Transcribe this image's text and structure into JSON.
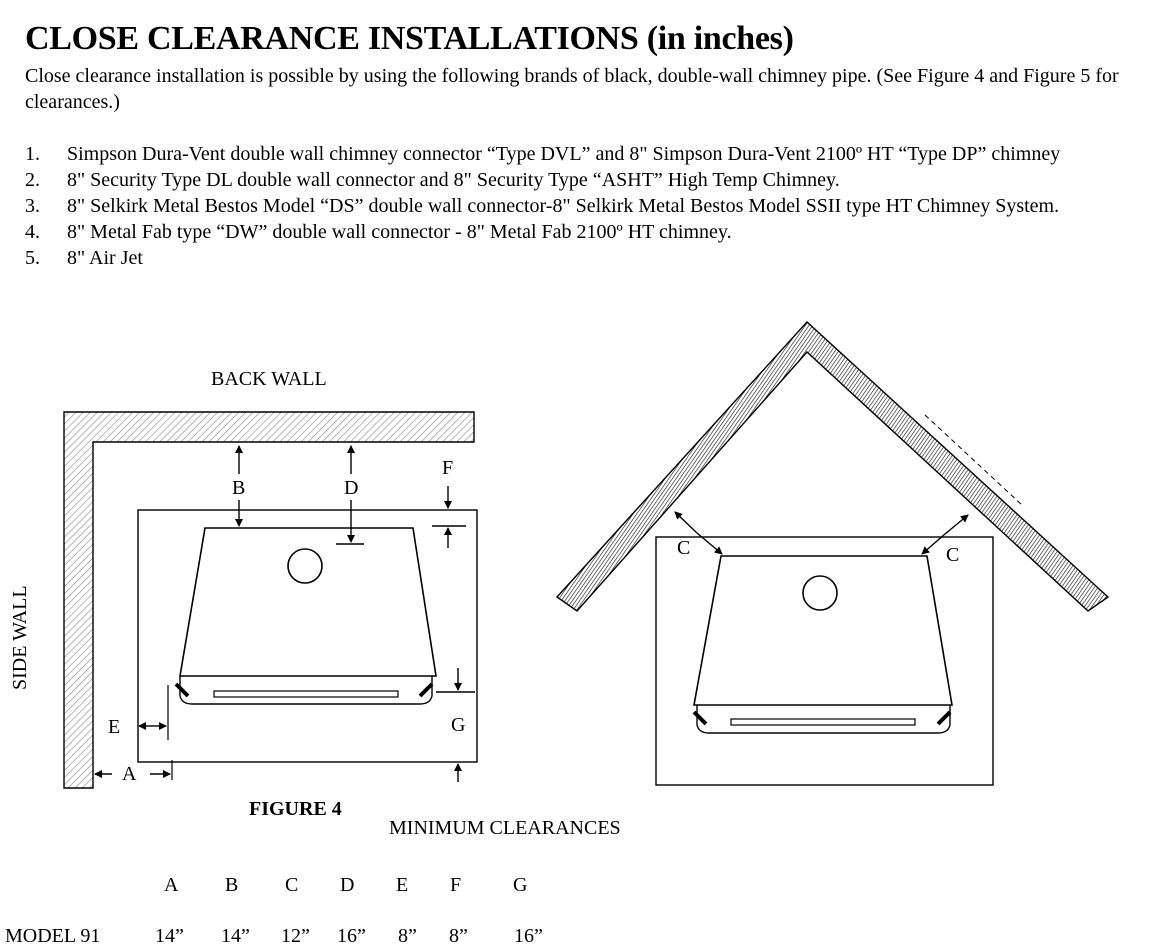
{
  "heading": "CLOSE CLEARANCE INSTALLATIONS (in inches)",
  "intro": "Close clearance installation is possible by using the following brands of black, double-wall chimney pipe. (See Figure 4 and Figure 5 for clearances.)",
  "items": [
    {
      "num": "1.",
      "text": "Simpson Dura-Vent double wall chimney connector “Type DVL” and 8\" Simpson Dura-Vent 2100º HT “Type DP” chimney"
    },
    {
      "num": "2.",
      "text": "8\" Security Type DL double wall connector and 8\" Security Type “ASHT” High Temp Chimney."
    },
    {
      "num": "3.",
      "text": "8\" Selkirk Metal Bestos Model “DS” double wall connector-8\" Selkirk Metal Bestos Model SSII type HT Chimney System."
    },
    {
      "num": "4.",
      "text": "8\" Metal Fab type “DW” double wall connector - 8\" Metal Fab 2100º HT chimney."
    },
    {
      "num": "5.",
      "text": "8\" Air Jet"
    }
  ],
  "figure4": {
    "back_wall": "BACK WALL",
    "side_wall": "SIDE WALL",
    "caption": "FIGURE 4",
    "labels": {
      "A": "A",
      "B": "B",
      "D": "D",
      "E": "E",
      "F": "F",
      "G": "G"
    }
  },
  "figure5": {
    "labels": {
      "C_left": "C",
      "C_right": "C"
    }
  },
  "clearances": {
    "title": "MINIMUM CLEARANCES",
    "columns": [
      "A",
      "B",
      "C",
      "D",
      "E",
      "F",
      "G"
    ],
    "rows": [
      {
        "model": "MODEL 91",
        "values": [
          "14”",
          "14”",
          "12”",
          "16”",
          "8”",
          "8”",
          "16”"
        ]
      }
    ]
  }
}
